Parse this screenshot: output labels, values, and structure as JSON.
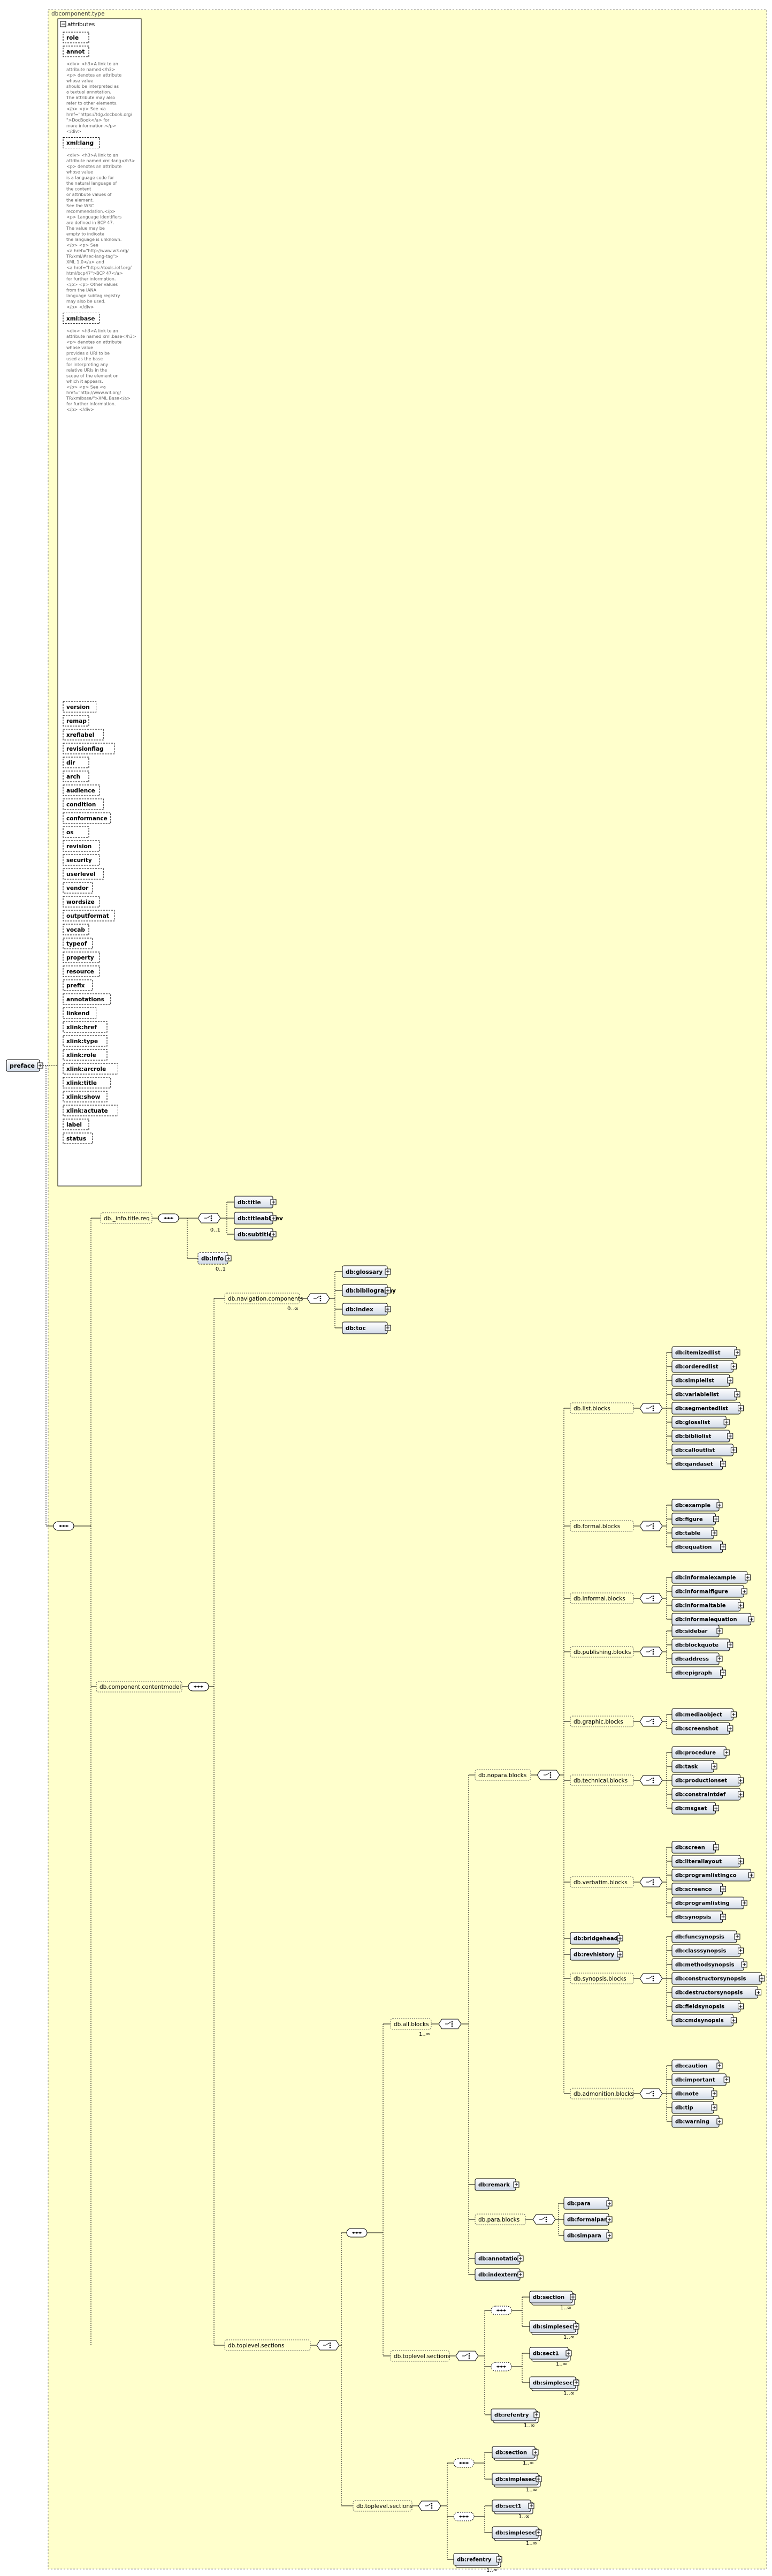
{
  "root": {
    "label": "preface"
  },
  "content_type_label": "dbcomponent.type",
  "attributes": {
    "header": "attributes",
    "groups": [
      {
        "name": "role",
        "doc": []
      },
      {
        "name": "annot",
        "doc": [
          "<div> <h3>A link to an",
          "attribute named</h3>",
          "<p> denotes an attribute",
          "whose value",
          "should be interpreted as",
          "a textual annotation.",
          "The attribute may also",
          "refer to other elements.",
          "</p> <p> See <a",
          "href=\"https://tdg.docbook.org/",
          "\">DocBook</a> for",
          "more information.</p>",
          "</div>"
        ]
      },
      {
        "name": "xml:lang",
        "doc": [
          "<div> <h3>A link to an",
          "attribute named xml:lang</h3>",
          "<p> denotes an attribute",
          "whose value",
          "is a language code for",
          "the natural language of",
          "the content",
          "or attribute values of",
          "the element.",
          "See the W3C",
          "recommendation.</p>",
          "<p> Language identifiers",
          "are defined in BCP 47.",
          "The value may be",
          "empty to indicate",
          "the language is unknown.",
          "</p> <p> See",
          "<a href=\"http://www.w3.org/",
          "TR/xml/#sec-lang-tag\">",
          "XML 1.0</a> and",
          "<a href=\"https://tools.ietf.org/",
          "html/bcp47\">BCP 47</a>",
          "for further information.",
          "</p> <p> Other values",
          "from the IANA",
          "language subtag registry",
          "may also be used.",
          "</p> </div>"
        ]
      },
      {
        "name": "xml:base",
        "doc": [
          "<div> <h3>A link to an",
          "attribute named xml:base</h3>",
          "<p> denotes an attribute",
          "whose value",
          "provides a URI to be",
          "used as the base",
          "for interpreting any",
          "relative URIs in the",
          "scope of the element on",
          "which it appears.",
          "</p> <p> See <a",
          "href=\"http://www.w3.org/",
          "TR/xmlbase/\">XML Base</a>",
          "for further information.",
          "</p> </div>"
        ]
      }
    ],
    "simple": [
      "version",
      "remap",
      "xreflabel",
      "revisionflag",
      "dir",
      "arch",
      "audience",
      "condition",
      "conformance",
      "os",
      "revision",
      "security",
      "userlevel",
      "vendor",
      "wordsize",
      "outputformat",
      "vocab",
      "typeof",
      "property",
      "resource",
      "prefix",
      "annotations",
      "linkend",
      "xlink:href",
      "xlink:type",
      "xlink:role",
      "xlink:arcrole",
      "xlink:title",
      "xlink:show",
      "xlink:actuate",
      "label",
      "status"
    ]
  },
  "info": {
    "seq_label": "db._info.title.req",
    "titles": [
      "db:title",
      "db:titleabbrev",
      "db:subtitle"
    ],
    "titles_card": "0..1",
    "info_label": "db:info",
    "info_card": "0..1"
  },
  "nav": {
    "label": "db.navigation.components",
    "card": "0..∞",
    "items": [
      "db:glossary",
      "db:bibliography",
      "db:index",
      "db:toc"
    ]
  },
  "component": {
    "label": "db.component.contentmodel"
  },
  "all_blocks": {
    "label": "db.all.blocks",
    "card": "1..∞"
  },
  "nopara": {
    "label": "db.nopara.blocks"
  },
  "block_groups": [
    {
      "label": "db.list.blocks",
      "items": [
        "db:itemizedlist",
        "db:orderedlist",
        "db:simplelist",
        "db:variablelist",
        "db:segmentedlist",
        "db:glosslist",
        "db:bibliolist",
        "db:calloutlist",
        "db:qandaset"
      ]
    },
    {
      "label": "db.formal.blocks",
      "items": [
        "db:example",
        "db:figure",
        "db:table",
        "db:equation"
      ]
    },
    {
      "label": "db.informal.blocks",
      "items": [
        "db:informalexample",
        "db:informalfigure",
        "db:informaltable",
        "db:informalequation"
      ]
    },
    {
      "label": "db.publishing.blocks",
      "items": [
        "db:sidebar",
        "db:blockquote",
        "db:address",
        "db:epigraph"
      ]
    },
    {
      "label": "db.graphic.blocks",
      "items": [
        "db:mediaobject",
        "db:screenshot"
      ]
    },
    {
      "label": "db.technical.blocks",
      "items": [
        "db:procedure",
        "db:task",
        "db:productionset",
        "db:constraintdef",
        "db:msgset"
      ]
    },
    {
      "label": "db.verbatim.blocks",
      "items": [
        "db:screen",
        "db:literallayout",
        "db:programlistingco",
        "db:screenco",
        "db:programlisting",
        "db:synopsis"
      ]
    },
    {
      "label": "db.synopsis.blocks",
      "items": [
        "db:funcsynopsis",
        "db:classsynopsis",
        "db:methodsynopsis",
        "db:constructorsynopsis",
        "db:destructorsynopsis",
        "db:fieldsynopsis",
        "db:cmdsynopsis"
      ]
    },
    {
      "label": "db.admonition.blocks",
      "items": [
        "db:caution",
        "db:important",
        "db:note",
        "db:tip",
        "db:warning"
      ]
    }
  ],
  "single_blocks": [
    "db:bridgehead",
    "db:revhistory"
  ],
  "remark": "db:remark",
  "para_blocks": {
    "label": "db.para.blocks",
    "items": [
      "db:para",
      "db:formalpara",
      "db:simpara"
    ]
  },
  "annotation": "db:annotation",
  "indexterm": "db:indexterm",
  "toplevel": {
    "label": "db.toplevel.sections",
    "card_plus": "1..∞"
  },
  "sections": {
    "section": "db:section",
    "simplesect": "db:simplesect",
    "sect1": "db:sect1",
    "refentry": "db:refentry",
    "card_plus": "1..∞"
  }
}
